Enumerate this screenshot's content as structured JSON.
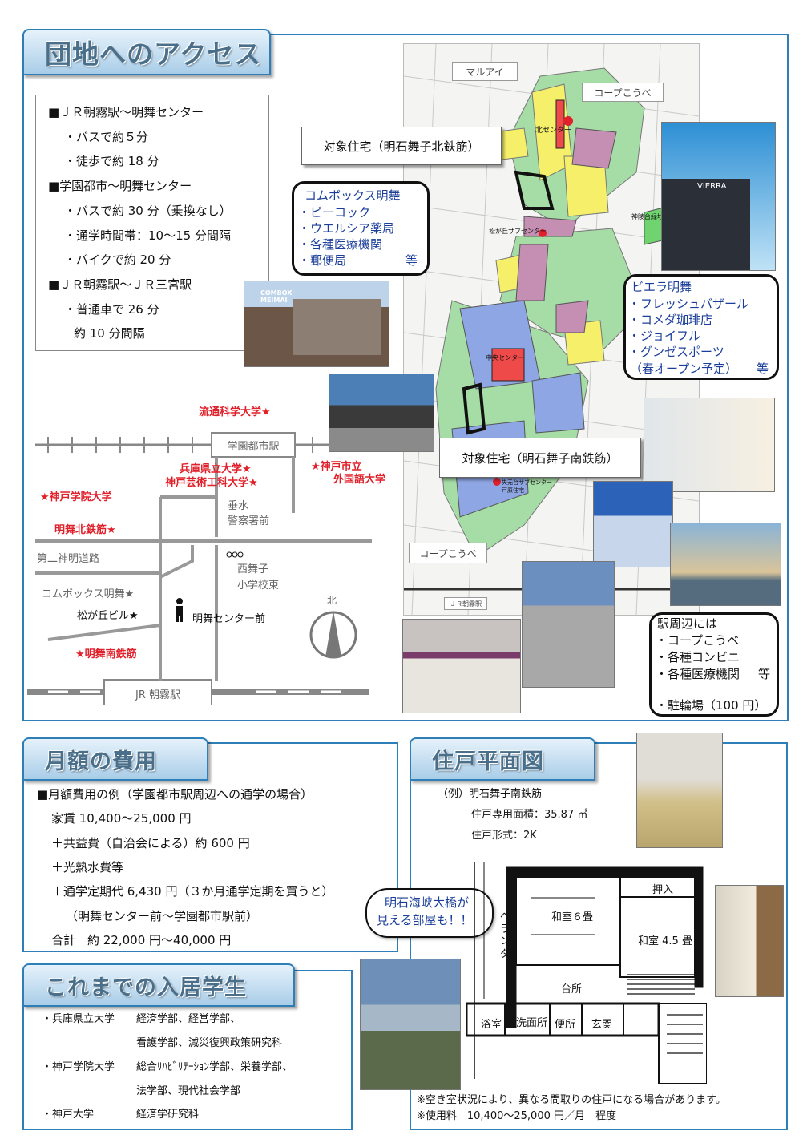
{
  "access": {
    "title": "団地へのアクセス",
    "info_lines": [
      "■ＪＲ朝霧駅～明舞センター",
      "・バスで約５分",
      "・徒歩で約 18 分",
      "■学園都市～明舞センター",
      "・バスで約 30 分（乗換なし）",
      "・通学時間帯：10～15 分間隔",
      "・バイクで約 20 分",
      "■ＪＲ朝霧駅～ＪＲ三宮駅",
      "・普通車で 26 分",
      "約 10 分間隔"
    ],
    "map_labels": {
      "maruai": "マルアイ",
      "coop_top": "コープこうべ",
      "kita_center": "北センター",
      "matsugaoka_map": "松が丘サブセンター",
      "chuo_center": "中央センター",
      "south_sub": "失元台サブセンター 戸原住宅",
      "coop_bottom": "コープこうべ",
      "jr_asagiri_map": "ＪＲ朝霧駅",
      "park": "神陵台緑地"
    },
    "north_target": "対象住宅（明石舞子北鉄筋）",
    "south_target": "対象住宅（明石舞子南鉄筋）",
    "combox": {
      "heading": "コムボックス明舞",
      "items": [
        "・ピーコック",
        "・ウエルシア薬局",
        "・各種医療機関",
        "・郵便局"
      ],
      "suffix": "等"
    },
    "viera": {
      "heading": "ビエラ明舞",
      "items": [
        "・フレッシュバザール",
        "・コメダ珈琲店",
        "・ジョイフル",
        "・グンゼスポーツ"
      ],
      "last": "（春オープン予定）",
      "suffix": "等"
    },
    "station": {
      "heading": "駅周辺には",
      "items": [
        "・コープこうべ",
        "・各種コンビニ",
        "・各種医療機関"
      ],
      "suffix": "等",
      "bike": "・駐輪場（100 円）"
    },
    "photo_signs": {
      "combox": "COMBOX MEIMAI",
      "viera": "VIERRA"
    },
    "route_map": {
      "gakuen_station": "学園都市駅",
      "ryutsu": "流通科学大学★",
      "hyogo_pref": "兵庫県立大学★",
      "kobe_geijutsu": "神戸芸術工科大学★",
      "kobe_gaidai_1": "★神戸市立",
      "kobe_gaidai_2": "外国語大学",
      "kobe_gakuin": "★神戸学院大学",
      "meimai_north": "明舞北鉄筋★",
      "tarumi_1": "垂水",
      "tarumi_2": "警察署前",
      "route_road": "第二神明道路",
      "nishi_maiko_1": "西舞子",
      "nishi_maiko_2": "小学校東",
      "combox_map": "コムボックス明舞★",
      "matsugaoka_bldg": "松が丘ビル★",
      "meimai_center_stop": "明舞センター前",
      "north_mark": "北",
      "meimai_south": "★明舞南鉄筋",
      "jr_asagiri": "JR 朝霧駅"
    }
  },
  "monthly": {
    "title": "月額の費用",
    "lines": [
      "■月額費用の例（学園都市駅周辺への通学の場合）",
      "家賃 10,400～25,000 円",
      "＋共益費（自治会による）約 600 円",
      "＋光熱水費等",
      "＋通学定期代 6,430 円（３か月通学定期を買うと）",
      "（明舞センター前～学園都市駅前）",
      "合計　約 22,000 円～40,000 円"
    ]
  },
  "students": {
    "title": "これまでの入居学生",
    "rows": [
      {
        "univ": "・兵庫県立大学",
        "depts": "経済学部、経営学部、"
      },
      {
        "univ": "",
        "depts": "看護学部、減災復興政策研究科"
      },
      {
        "univ": "・神戸学院大学",
        "depts": "総合ﾘﾊﾋﾞﾘﾃｰｼｮﾝ学部、栄養学部、"
      },
      {
        "univ": "",
        "depts": "法学部、現代社会学部"
      },
      {
        "univ": "・神戸大学",
        "depts": "経済学研究科"
      }
    ]
  },
  "floorplan": {
    "title": "住戸平面図",
    "example": "（例）明石舞子南鉄筋",
    "area": "住戸専用面積：35.87 ㎡",
    "type": "住戸形式：2K",
    "bubble_1": "明石海峡大橋が",
    "bubble_2": "見える部屋も！！",
    "rooms": {
      "washitsu6": "和室６畳",
      "oshiire": "押入",
      "washitsu45": "和室 4.5 畳",
      "veranda": "ベランダ",
      "kitchen": "台所",
      "bath": "浴室",
      "wash": "洗面所",
      "toilet": "便所",
      "entrance": "玄関"
    },
    "notes": [
      "※空き室状況により、異なる間取りの住戸になる場合があります。",
      "※使用料　10,400～25,000 円／月　程度"
    ]
  },
  "colors": {
    "frame_blue": "#2e7fb8",
    "accent_red": "#e0202a",
    "text_blue": "#1b3e9a",
    "yellow_zone": "#f5ef6a",
    "purple_zone": "#c58fb4",
    "blue_zone": "#8ea6e3",
    "green_zone": "#a6dca6"
  }
}
